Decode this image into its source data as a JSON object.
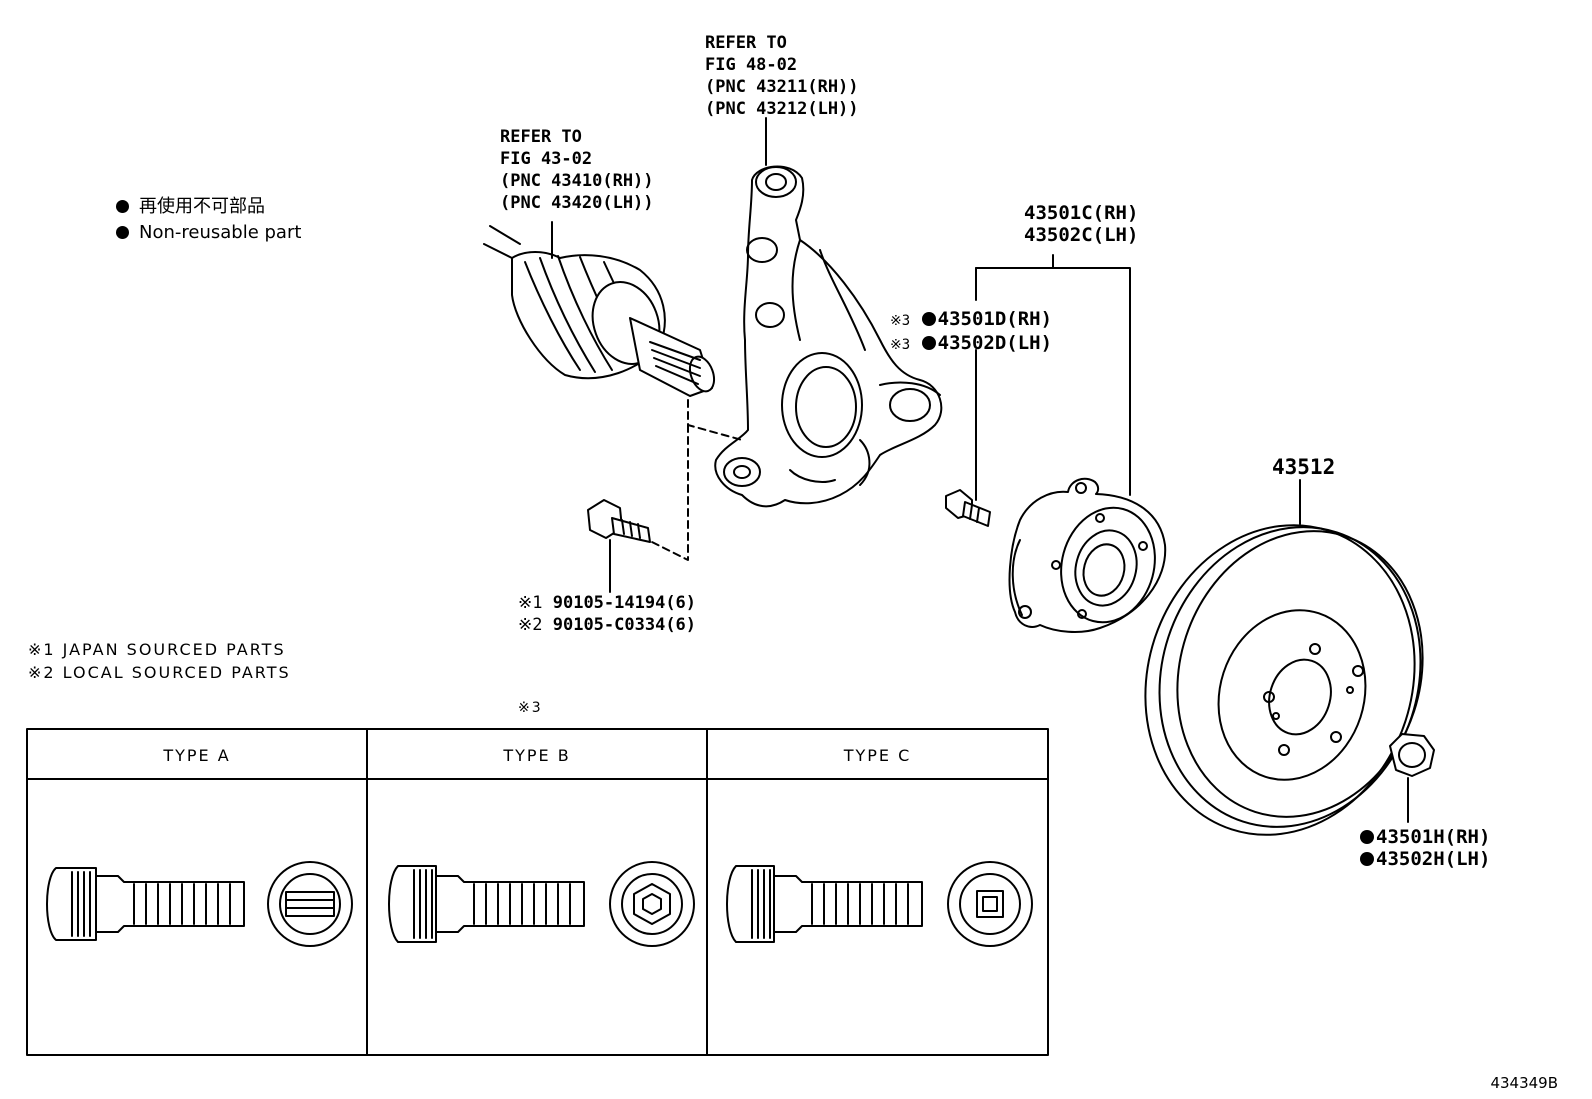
{
  "legend": {
    "line1": "再使用不可部品",
    "line2": "Non-reusable part"
  },
  "refs": {
    "driveshaft": [
      "REFER TO",
      "FIG 43-02",
      "(PNC 43410(RH))",
      "(PNC 43420(LH))"
    ],
    "knuckle": [
      "REFER TO",
      "FIG 48-02",
      "(PNC 43211(RH))",
      "(PNC 43212(LH))"
    ]
  },
  "parts": {
    "hub_rh": "43501C(RH)",
    "hub_lh": "43502C(LH)",
    "bolt_note1": "※3",
    "bolt_rh": "43501D(RH)",
    "bolt_note2": "※3",
    "bolt_lh": "43502D(LH)",
    "disc": "43512",
    "nut_rh": "43501H(RH)",
    "nut_lh": "43502H(LH)",
    "screw1_note": "※1",
    "screw1": "90105-14194(6)",
    "screw2_note": "※2",
    "screw2": "90105-C0334(6)"
  },
  "notes": {
    "n1": "※1 JAPAN SOURCED PARTS",
    "n2": "※2 LOCAL SOURCED PARTS",
    "table_note": "※3"
  },
  "types": [
    "TYPE A",
    "TYPE B",
    "TYPE C"
  ],
  "figure_id": "434349B"
}
